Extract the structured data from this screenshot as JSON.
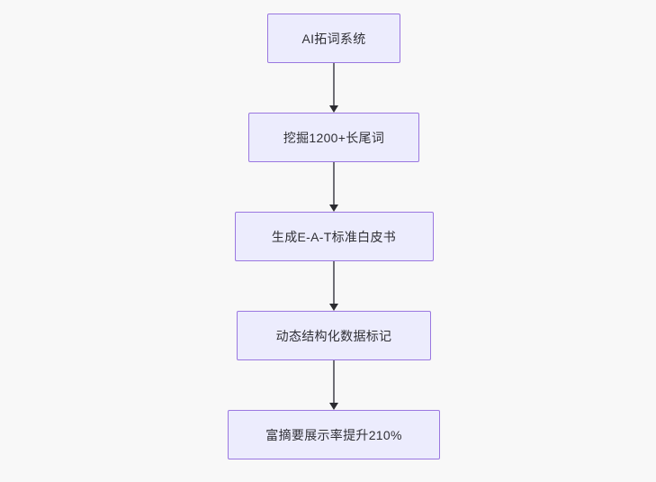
{
  "diagram": {
    "type": "flowchart",
    "orientation": "top-to-bottom",
    "background_color": "#f8f8f8",
    "node_fill_color": "#ececfd",
    "node_border_color": "#9a77e0",
    "node_text_color": "#2f2f35",
    "connector_color": "#6f6f76",
    "arrowhead_color": "#2b2b30",
    "nodes": [
      {
        "id": "node-1",
        "label": "AI拓词系统"
      },
      {
        "id": "node-2",
        "label": "挖掘1200+长尾词"
      },
      {
        "id": "node-3",
        "label": "生成E-A-T标准白皮书"
      },
      {
        "id": "node-4",
        "label": "动态结构化数据标记"
      },
      {
        "id": "node-5",
        "label": "富摘要展示率提升210%"
      }
    ],
    "edges": [
      {
        "id": "edge-1",
        "from": "node-1",
        "to": "node-2",
        "label": ""
      },
      {
        "id": "edge-2",
        "from": "node-2",
        "to": "node-3",
        "label": ""
      },
      {
        "id": "edge-3",
        "from": "node-3",
        "to": "node-4",
        "label": ""
      },
      {
        "id": "edge-4",
        "from": "node-4",
        "to": "node-5",
        "label": ""
      }
    ]
  }
}
